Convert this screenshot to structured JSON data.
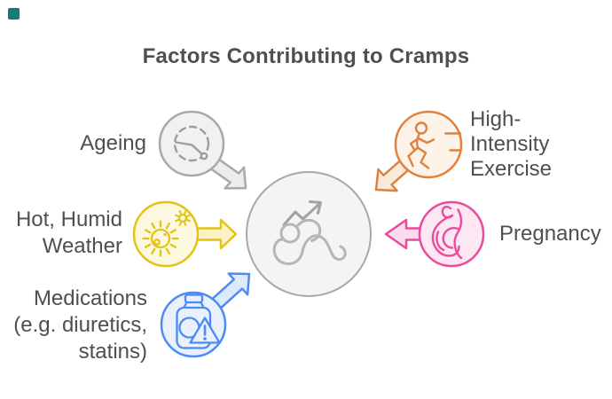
{
  "title": {
    "text": "Factors Contributing to Cramps",
    "color": "#4f4f4f"
  },
  "text_color": "#4f4f4f",
  "corner_mark": {
    "color": "#177c6e"
  },
  "center_node": {
    "name": "cramps-center",
    "icon": "person-cramping-icon",
    "trend_icon": "rising-trend-arrow-icon",
    "fill": "#f4f4f4",
    "border": "#a9a9a9",
    "icon_color": "#b5b5b5",
    "trend_color": "#a2a2a2"
  },
  "nodes": [
    {
      "id": "ageing",
      "label": "Ageing",
      "icon": "clock-icon",
      "color": "#a9a9a9",
      "fill": "#f1f1f1",
      "arrow_fill": "#ededed",
      "icon_color": "#9d9d9d"
    },
    {
      "id": "hot-humid-weather",
      "label": "Hot, Humid\nWeather",
      "icon": "sun-icon",
      "color": "#e3c316",
      "fill": "#fdf9e0",
      "arrow_fill": "#fbf3c5",
      "icon_color": "#e3c316"
    },
    {
      "id": "medications",
      "label": "Medications\n(e.g. diuretics,\nstatins)",
      "icon": "medicine-bottle-warning-icon",
      "color": "#4c8bf5",
      "fill": "#e9f1fd",
      "arrow_fill": "#ddeafc",
      "icon_color": "#4c8bf5"
    },
    {
      "id": "high-intensity-exercise",
      "label": "High-\nIntensity\nExercise",
      "icon": "runner-icon",
      "color": "#e0813c",
      "fill": "#fdf3e8",
      "arrow_fill": "#faead9",
      "icon_color": "#e0813c"
    },
    {
      "id": "pregnancy",
      "label": "Pregnancy",
      "icon": "pregnant-woman-icon",
      "color": "#ea4c9c",
      "fill": "#fce7f3",
      "arrow_fill": "#fbdcee",
      "icon_color": "#ea4c9c"
    }
  ]
}
